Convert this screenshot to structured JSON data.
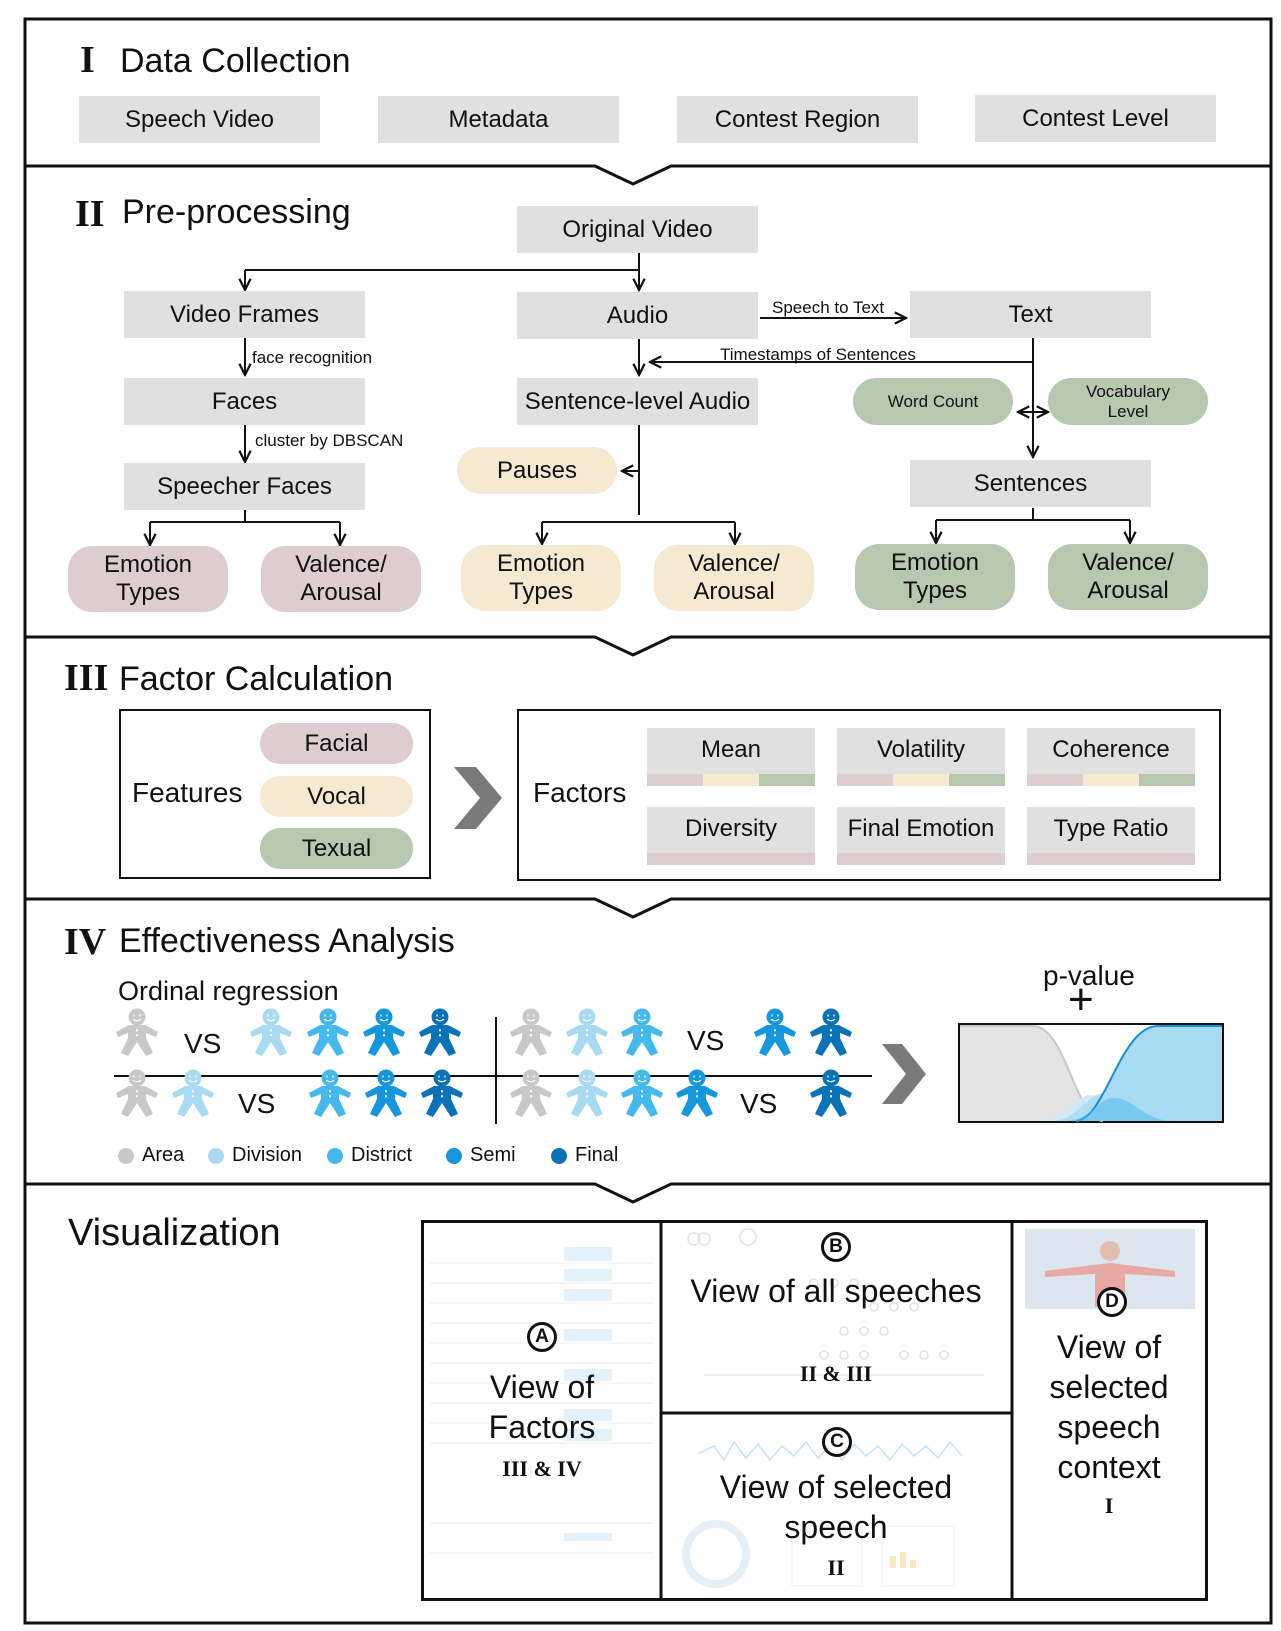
{
  "sections": {
    "s1": {
      "num": "I",
      "title": "Data Collection"
    },
    "s2": {
      "num": "II",
      "title": "Pre-processing"
    },
    "s3": {
      "num": "III",
      "title": "Factor Calculation"
    },
    "s4": {
      "num": "IV",
      "title": "Effectiveness Analysis"
    },
    "s5": {
      "title": "Visualization"
    }
  },
  "collection": [
    "Speech Video",
    "Metadata",
    "Contest Region",
    "Contest Level"
  ],
  "preprocessing": {
    "original_video": "Original Video",
    "video_frames": "Video Frames",
    "face_recognition": "face recognition",
    "faces": "Faces",
    "cluster": "cluster by DBSCAN",
    "speecher_faces": "Speecher Faces",
    "audio": "Audio",
    "speech_to_text": "Speech to Text",
    "text": "Text",
    "timestamps": "Timestamps of Sentences",
    "sentence_audio": "Sentence-level Audio",
    "pauses": "Pauses",
    "word_count": "Word Count",
    "vocabulary_level": "Vocabulary Level",
    "sentences": "Sentences",
    "emotion_types": "Emotion Types",
    "valence_arousal": "Valence/ Arousal"
  },
  "factor_calc": {
    "features_label": "Features",
    "features": [
      "Facial",
      "Vocal",
      "Texual"
    ],
    "factors_label": "Factors",
    "factors": [
      "Mean",
      "Volatility",
      "Coherence",
      "Diversity",
      "Final Emotion",
      "Type Ratio"
    ]
  },
  "effectiveness": {
    "method": "Ordinal regression",
    "vs": "VS",
    "pvalue": "p-value",
    "plus": "+",
    "legend": [
      {
        "label": "Area",
        "color": "#c8c8c8"
      },
      {
        "label": "Division",
        "color": "#a8daf2"
      },
      {
        "label": "District",
        "color": "#45b8ec"
      },
      {
        "label": "Semi",
        "color": "#1597dd"
      },
      {
        "label": "Final",
        "color": "#0a72b7"
      }
    ]
  },
  "visualization": {
    "a": {
      "letter": "A",
      "title": "View of Factors",
      "sub": "III & IV"
    },
    "b": {
      "letter": "B",
      "title": "View of all speeches",
      "sub": "II & III"
    },
    "c": {
      "letter": "C",
      "title": "View of selected speech",
      "sub": "II"
    },
    "d": {
      "letter": "D",
      "title": "View of selected speech context",
      "sub": "I"
    }
  },
  "colors": {
    "gray": "#e0e0e0",
    "facial": "#ddcdd0",
    "vocal": "#f6e9d2",
    "textual": "#b6c8af"
  }
}
